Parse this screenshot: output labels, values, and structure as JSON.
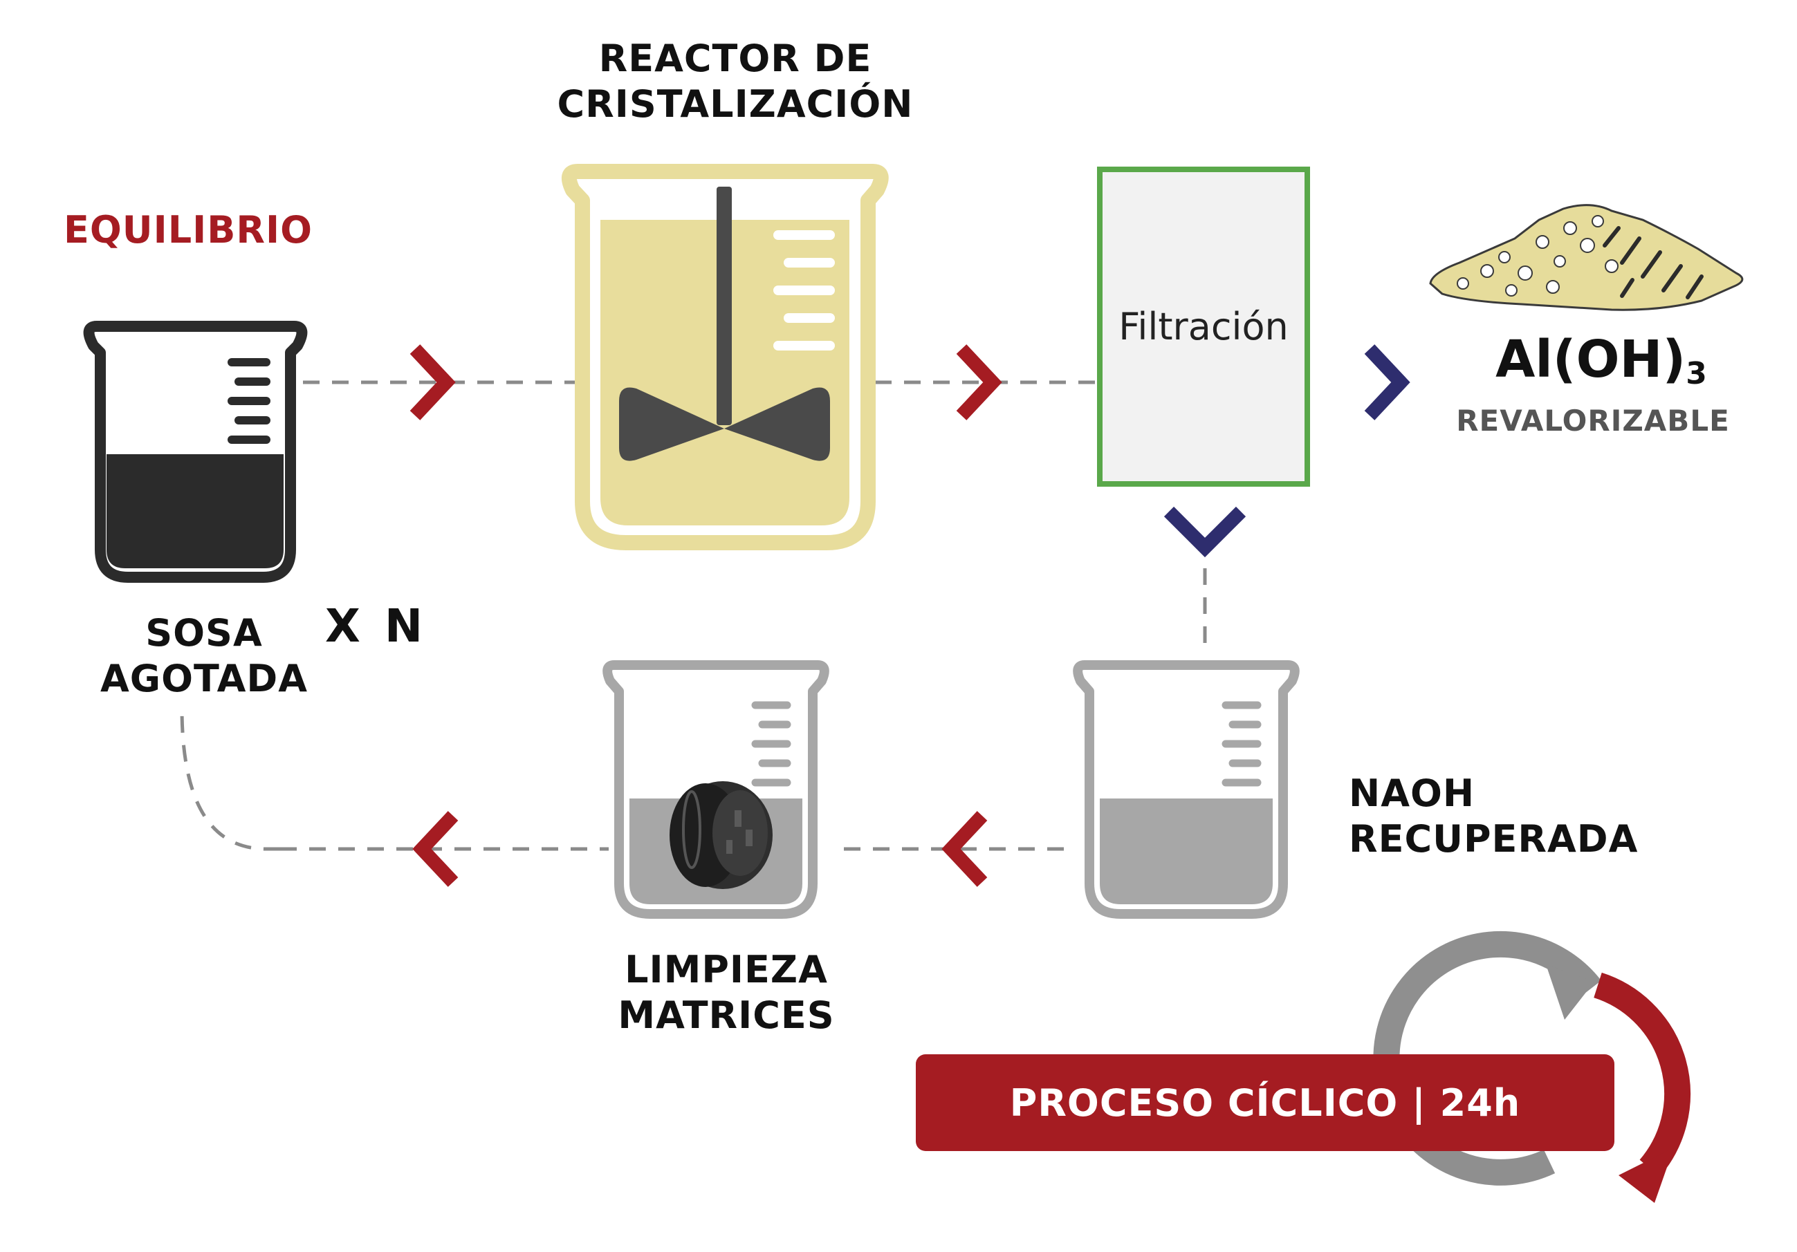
{
  "colors": {
    "accent_red": "#a51c22",
    "accent_navy": "#2e2d6e",
    "text_dark": "#111111",
    "text_grey": "#555555",
    "beaker_dark": "#2b2b2b",
    "beaker_grey": "#a7a7a7",
    "reactor_yellow": "#e8dd9c",
    "filter_green": "#5aa84a"
  },
  "icons": [
    "beaker-icon",
    "reactor-beaker-icon",
    "stirrer-icon",
    "filter-box",
    "powder-pile-icon",
    "filter-matrix-icon",
    "chevron-right-icon",
    "chevron-left-icon",
    "chevron-down-icon",
    "cycle-arrows-icon"
  ],
  "equilibrium": {
    "label": "EQUILIBRIO"
  },
  "reactor": {
    "title_line1": "REACTOR DE",
    "title_line2": "CRISTALIZACIÓN"
  },
  "filtration": {
    "label": "Filtración"
  },
  "product": {
    "formula": "Al(OH)",
    "subscript": "3",
    "note": "REVALORIZABLE"
  },
  "spent_soda": {
    "line1": "SOSA",
    "line2": "AGOTADA"
  },
  "multiplier": {
    "label": "X N"
  },
  "recovered": {
    "line1": "NAOH",
    "line2": "RECUPERADA"
  },
  "cleaning": {
    "line1": "LIMPIEZA",
    "line2": "MATRICES"
  },
  "banner": {
    "label": "PROCESO CÍCLICO | 24h"
  }
}
